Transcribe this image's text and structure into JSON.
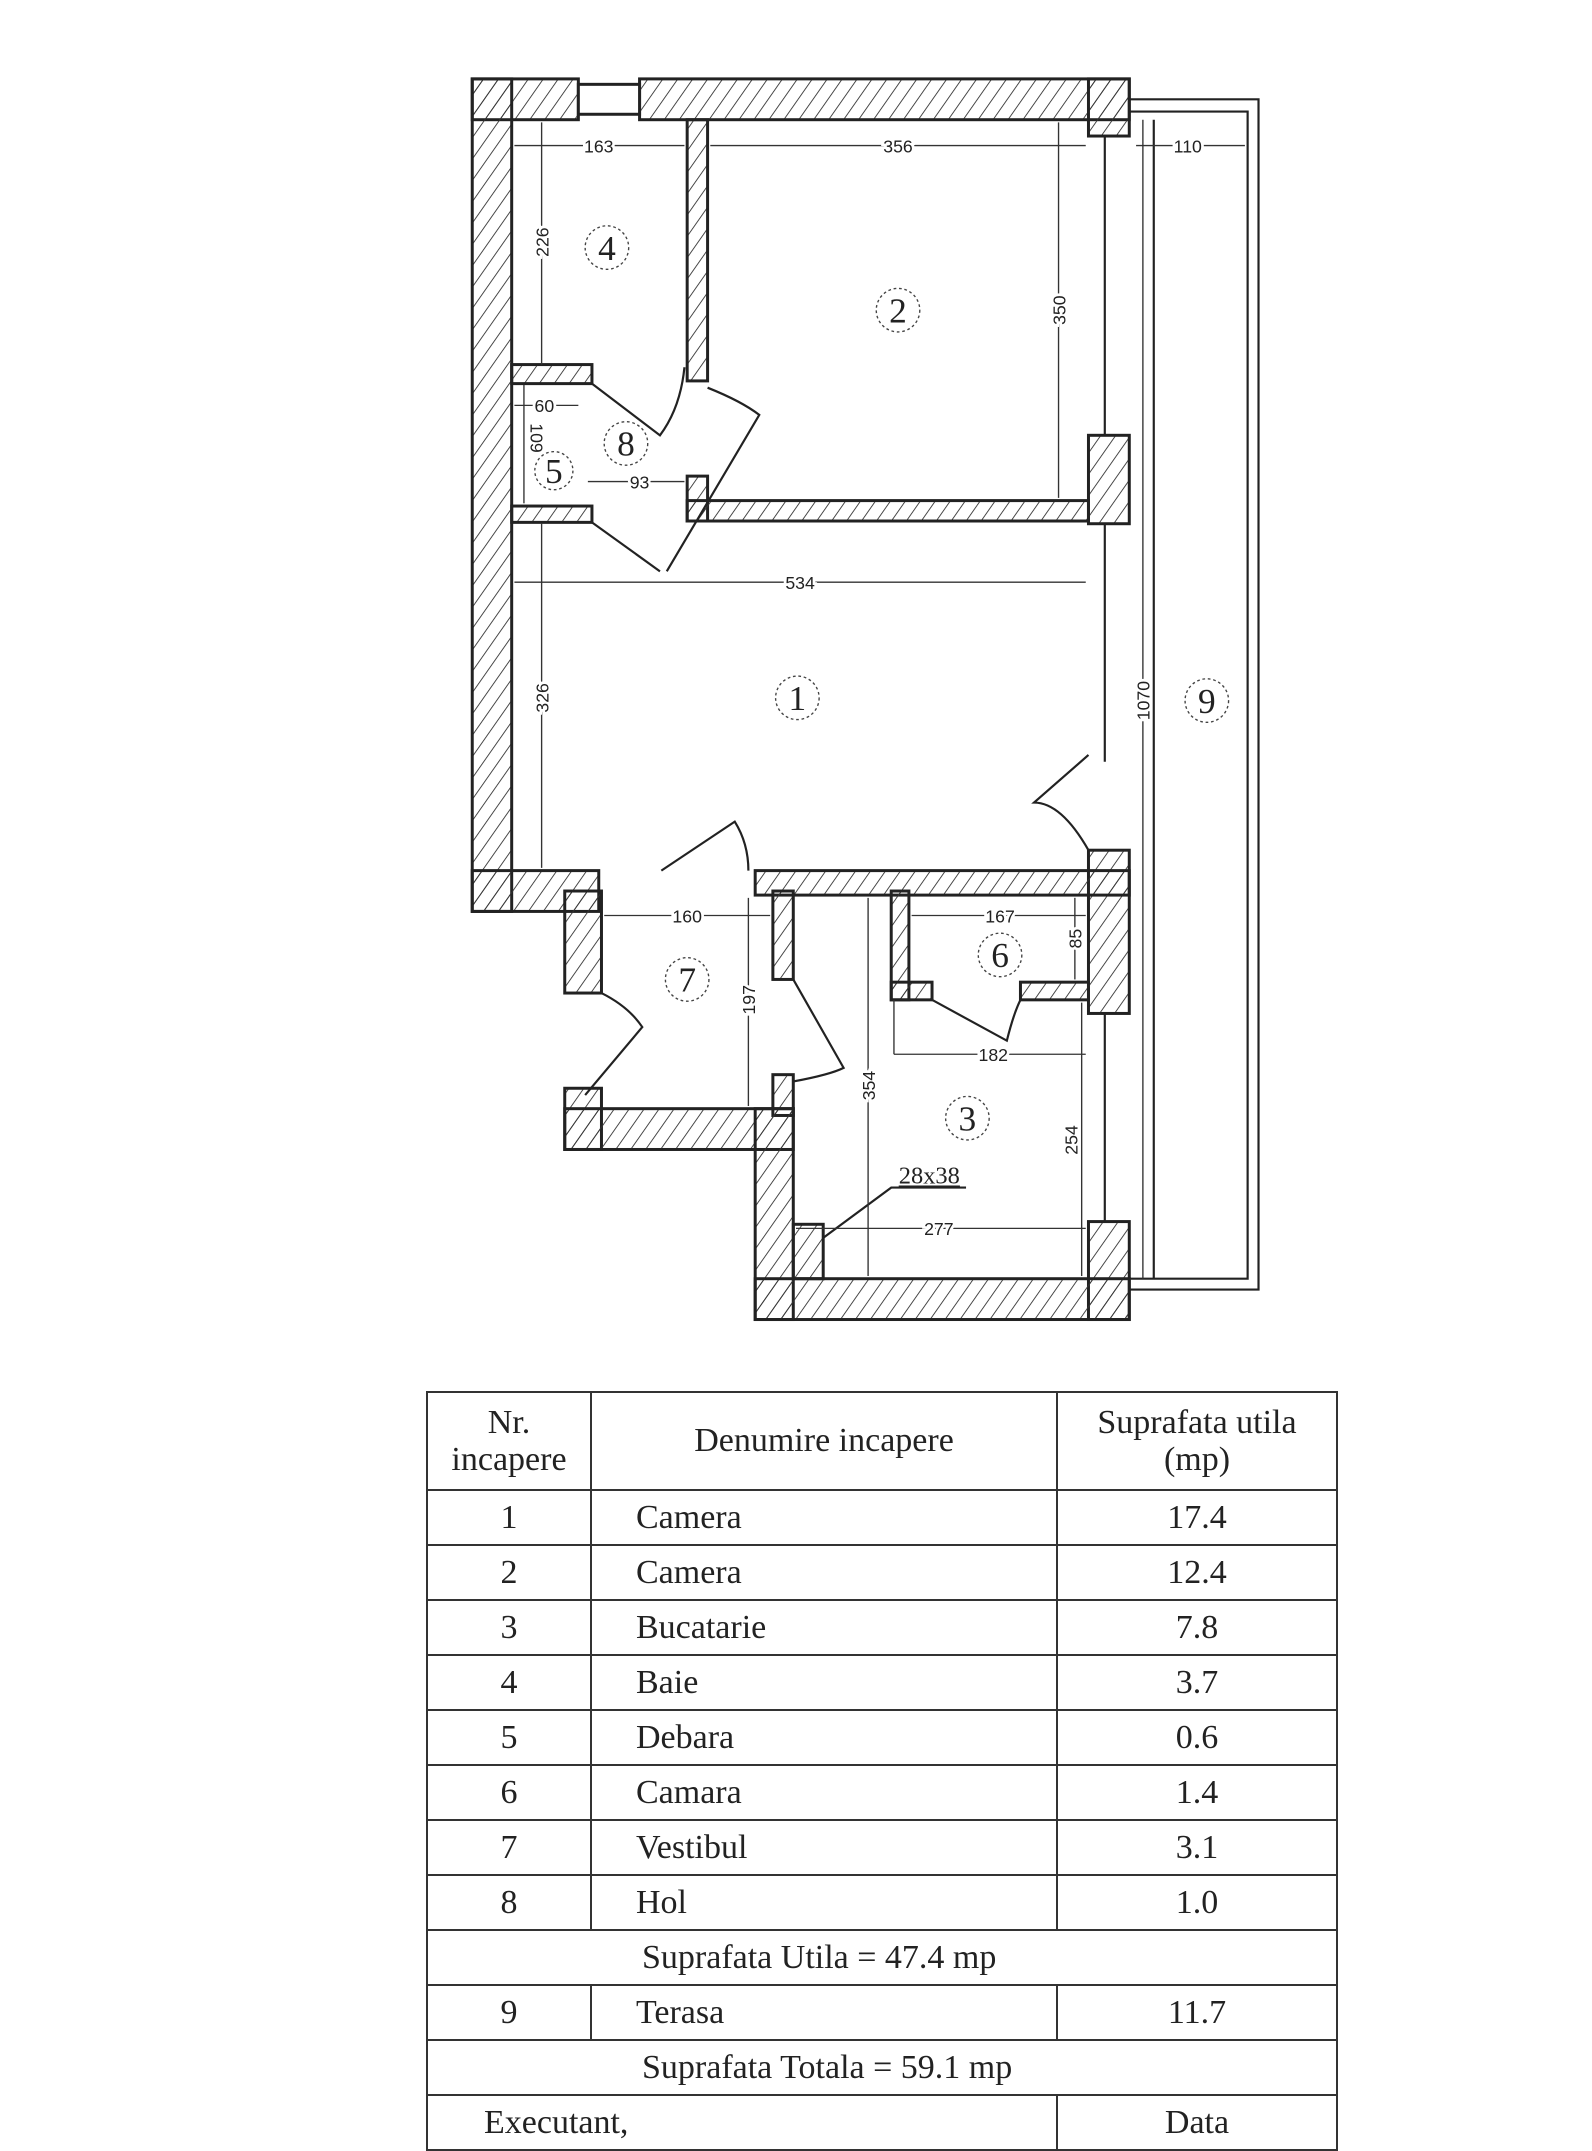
{
  "plan": {
    "rooms": [
      {
        "nr": "1"
      },
      {
        "nr": "2"
      },
      {
        "nr": "3"
      },
      {
        "nr": "4"
      },
      {
        "nr": "5"
      },
      {
        "nr": "6"
      },
      {
        "nr": "7"
      },
      {
        "nr": "8"
      },
      {
        "nr": "9"
      }
    ],
    "dimensions": {
      "d163": "163",
      "d356": "356",
      "d110": "110",
      "d226": "226",
      "d350": "350",
      "d60": "60",
      "d109": "109",
      "d93": "93",
      "d534": "534",
      "d326": "326",
      "d1070": "1070",
      "d160": "160",
      "d197": "197",
      "d167": "167",
      "d85": "85",
      "d182": "182",
      "d354": "354",
      "d254": "254",
      "d277": "277",
      "chimney": "28x38"
    }
  },
  "table": {
    "headers": [
      "Nr. incapere",
      "Denumire incapere",
      "Suprafata utila (mp)"
    ],
    "rows": [
      {
        "nr": "1",
        "name": "Camera",
        "area": "17.4"
      },
      {
        "nr": "2",
        "name": "Camera",
        "area": "12.4"
      },
      {
        "nr": "3",
        "name": "Bucatarie",
        "area": "7.8"
      },
      {
        "nr": "4",
        "name": "Baie",
        "area": "3.7"
      },
      {
        "nr": "5",
        "name": "Debara",
        "area": "0.6"
      },
      {
        "nr": "6",
        "name": "Camara",
        "area": "1.4"
      },
      {
        "nr": "7",
        "name": "Vestibul",
        "area": "3.1"
      },
      {
        "nr": "8",
        "name": "Hol",
        "area": "1.0"
      }
    ],
    "subtotal": "Suprafata Utila = 47.4 mp",
    "terrace": {
      "nr": "9",
      "name": "Terasa",
      "area": "11.7"
    },
    "total": "Suprafata Totala = 59.1 mp",
    "footer": {
      "executant": "Executant,",
      "date": "Data"
    }
  }
}
